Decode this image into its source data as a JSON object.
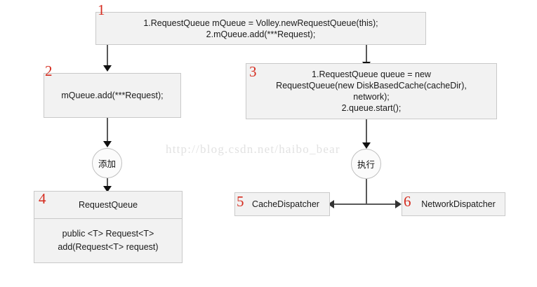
{
  "diagram": {
    "watermark": "http://blog.csdn.net/haibo_bear",
    "nodes": {
      "step1": {
        "number": "1",
        "text": "1.RequestQueue mQueue = Volley.newRequestQueue(this);\n2.mQueue.add(***Request);"
      },
      "step2": {
        "number": "2",
        "text": "mQueue.add(***Request);"
      },
      "step3": {
        "number": "3",
        "text": "1.RequestQueue queue = new\nRequestQueue(new DiskBasedCache(cacheDir),\nnetwork);\n2.queue.start();"
      },
      "step4": {
        "number": "4",
        "title": "RequestQueue",
        "members": "public <T> Request<T>\nadd(Request<T> request)"
      },
      "step5": {
        "number": "5",
        "text": "CacheDispatcher"
      },
      "step6": {
        "number": "6",
        "text": "NetworkDispatcher"
      }
    },
    "connectors": {
      "add_label": "添加",
      "execute_label": "执行"
    },
    "colors": {
      "step_number": "#d52b1e",
      "node_fill": "#f2f2f2",
      "node_border": "#c9c9c9",
      "connector": "#595959",
      "watermark": "#e2e2e2"
    }
  }
}
